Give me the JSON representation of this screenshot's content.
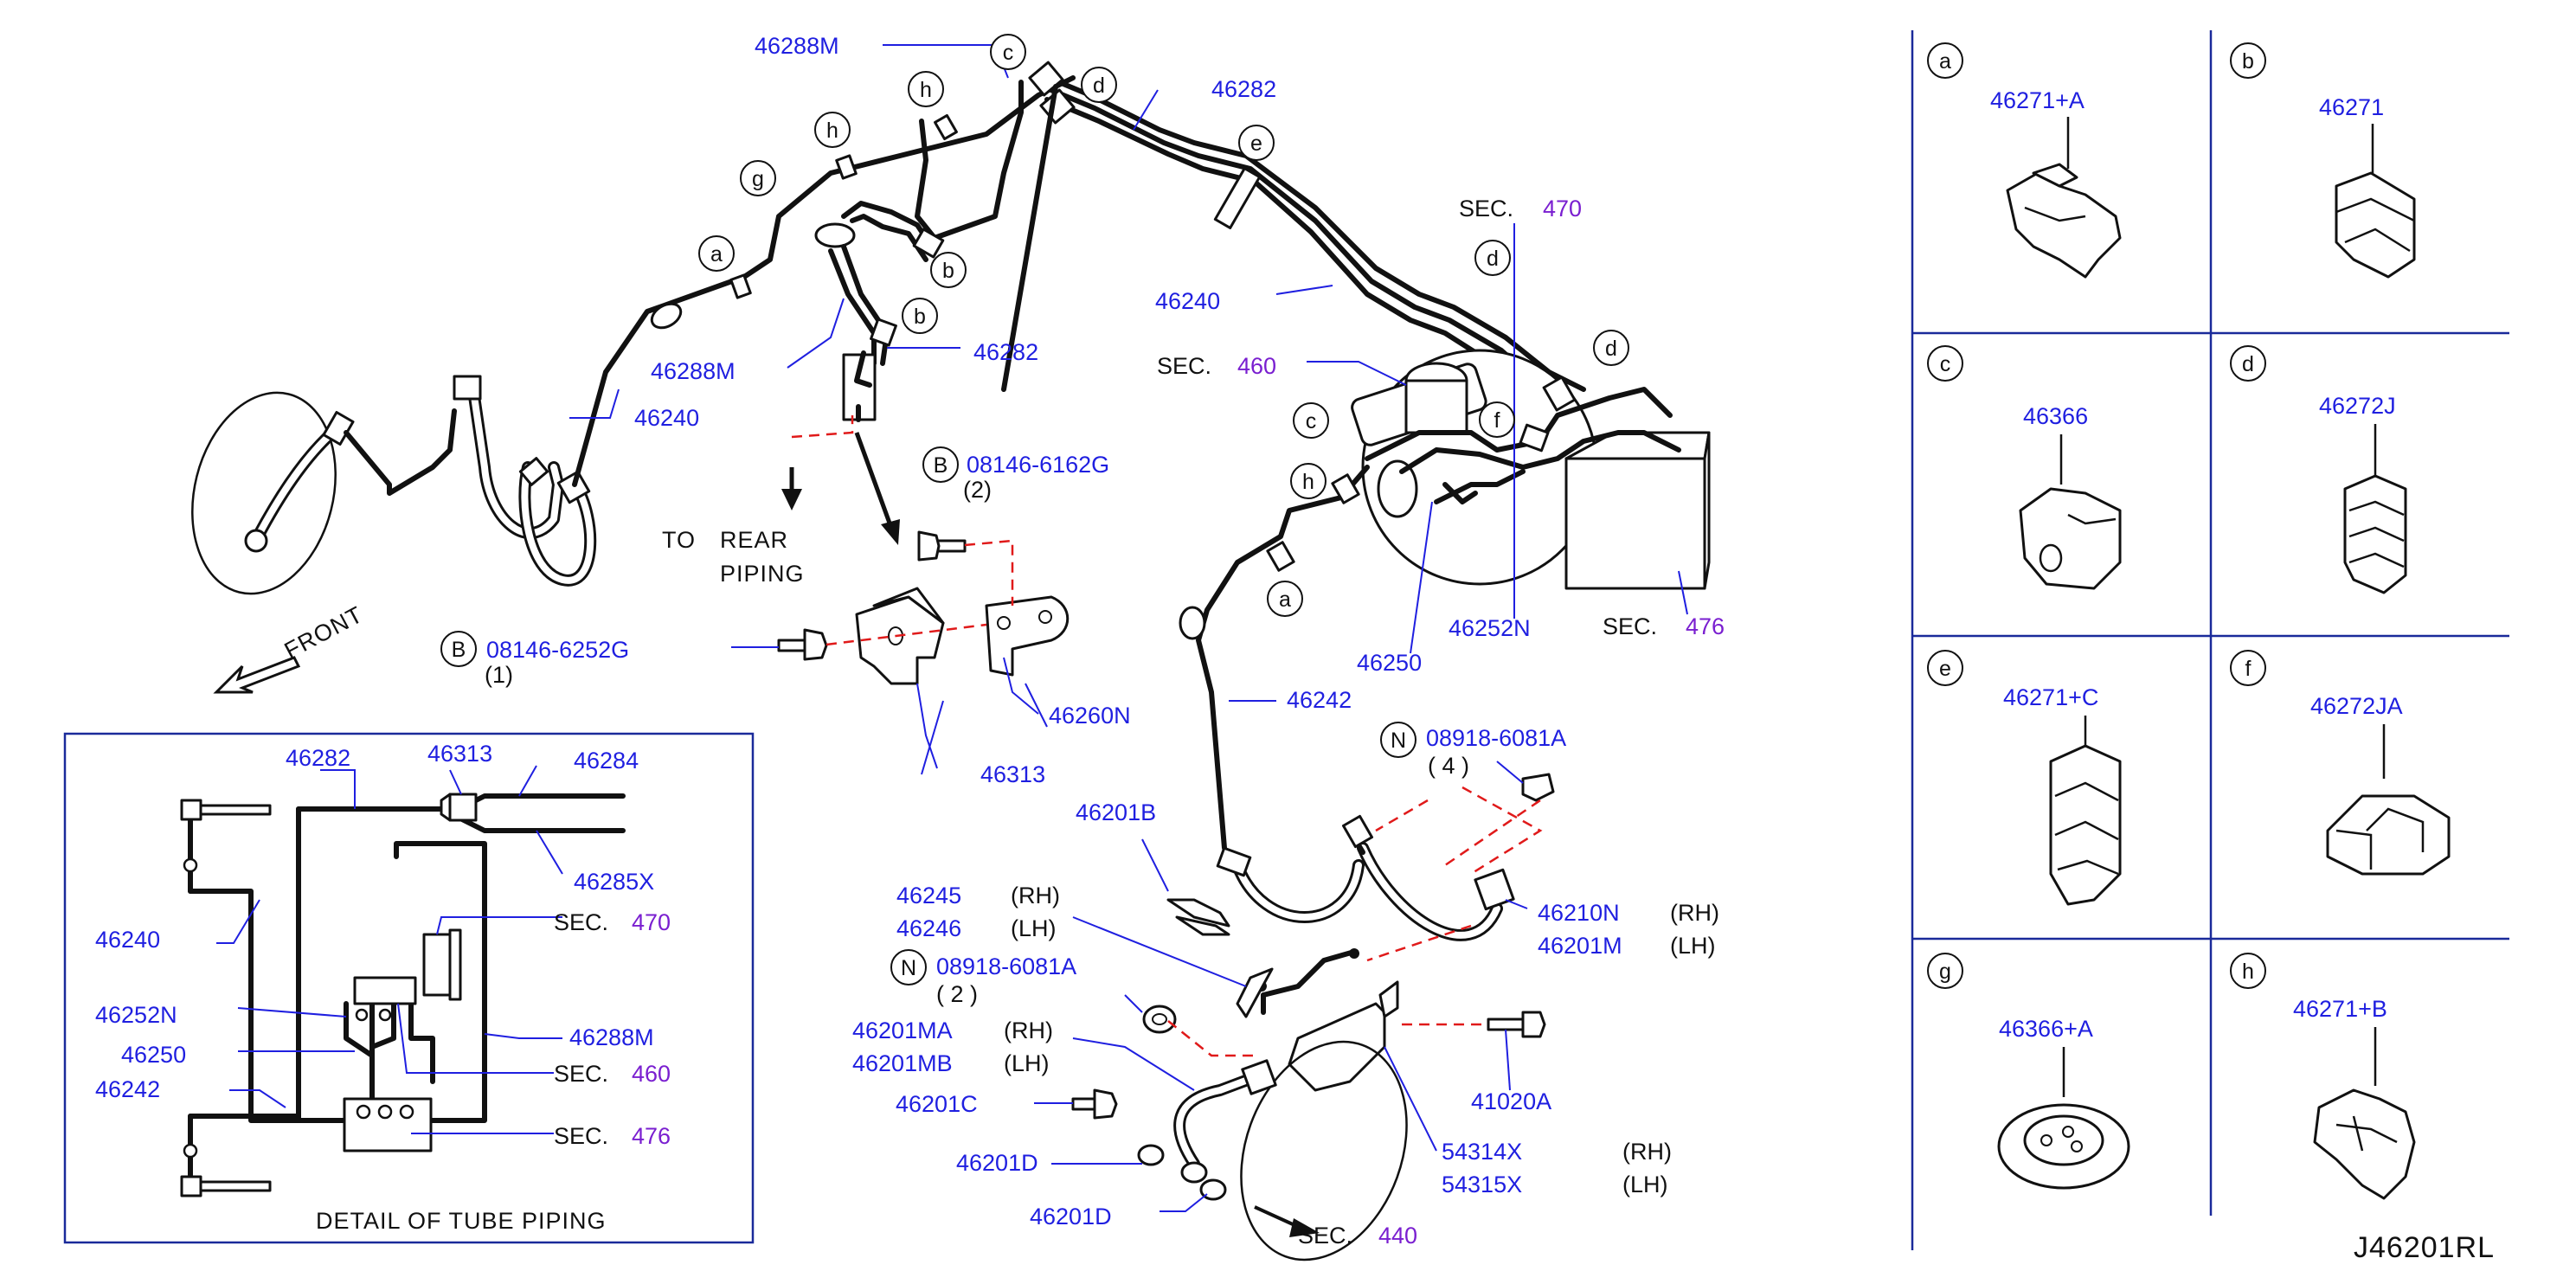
{
  "main": {
    "labels": {
      "p46288M_top": "46288M",
      "p46282_top": "46282",
      "p46240_mid": "46240",
      "p46288M_left": "46288M",
      "p46282_mid": "46282",
      "p46240_left": "46240",
      "bolt_b1": "08146-6162G",
      "bolt_b1_qty": "(2)",
      "bolt_b2": "08146-6252G",
      "bolt_b2_qty": "(1)",
      "p46260N": "46260N",
      "p46313": "46313",
      "p46242": "46242",
      "p46250": "46250",
      "p46252N": "46252N",
      "p46201B": "46201B",
      "nut_n1": "08918-6081A",
      "nut_n1_qty": "( 4  )",
      "nut_n2": "08918-6081A",
      "nut_n2_qty": "( 2  )",
      "p46210N": "46210N",
      "p46201M": "46201M",
      "p46245": "46245",
      "p46246": "46246",
      "p46201MA": "46201MA",
      "p46201MB": "46201MB",
      "p46201C": "46201C",
      "p46201D_a": "46201D",
      "p46201D_b": "46201D",
      "p41020A": "41020A",
      "p54314X": "54314X",
      "p54315X": "54315X",
      "rh": "(RH)",
      "lh": "(LH)",
      "to": "TO",
      "rear": "REAR",
      "piping": "PIPING",
      "front": "FRONT",
      "sec": "SEC.",
      "sec470": "470",
      "sec460": "460",
      "sec476": "476",
      "sec440": "440"
    },
    "callouts": {
      "a": "a",
      "b": "b",
      "c": "c",
      "d": "d",
      "e": "e",
      "f": "f",
      "g": "g",
      "h": "h",
      "B": "B",
      "N": "N"
    }
  },
  "detail": {
    "title": "DETAIL   OF   TUBE   PIPING",
    "labels": {
      "p46282": "46282",
      "p46313": "46313",
      "p46284": "46284",
      "p46285X": "46285X",
      "p46240": "46240",
      "p46252N": "46252N",
      "p46250": "46250",
      "p46242": "46242",
      "p46288M": "46288M",
      "sec": "SEC.",
      "sec470": "470",
      "sec460": "460",
      "sec476": "476"
    }
  },
  "clips": [
    {
      "letter": "a",
      "part": "46271+A"
    },
    {
      "letter": "b",
      "part": "46271"
    },
    {
      "letter": "c",
      "part": "46366"
    },
    {
      "letter": "d",
      "part": "46272J"
    },
    {
      "letter": "e",
      "part": "46271+C"
    },
    {
      "letter": "f",
      "part": "46272JA"
    },
    {
      "letter": "g",
      "part": "46366+A"
    },
    {
      "letter": "h",
      "part": "46271+B"
    }
  ],
  "diagram_code": "J46201RL",
  "colors": {
    "part_number": "#1f1fe0",
    "section_number": "#7a1fd0",
    "phantom_line": "#e01a1a",
    "frame": "#1a2a9a"
  }
}
